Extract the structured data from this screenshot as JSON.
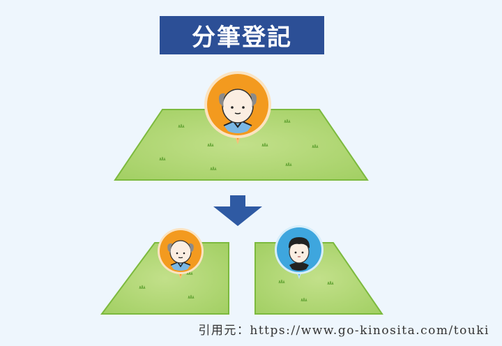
{
  "title": "分筆登記",
  "caption": "引用元：https://www.go-kinosita.com/touki",
  "colors": {
    "background": "#eef6fd",
    "title_bg": "#2c4f96",
    "land_fill": "#a8d46a",
    "land_stroke": "#7cba3e",
    "arrow": "#2f5aa3",
    "pin_orange": "#f39a1f",
    "pin_blue": "#3ea6de"
  },
  "diagram": {
    "before": {
      "label": "original-parcel",
      "owner": "elderly-man"
    },
    "arrow": "down-arrow",
    "after": [
      {
        "label": "parcel-left",
        "owner": "elderly-man"
      },
      {
        "label": "parcel-right",
        "owner": "young-man"
      }
    ]
  }
}
